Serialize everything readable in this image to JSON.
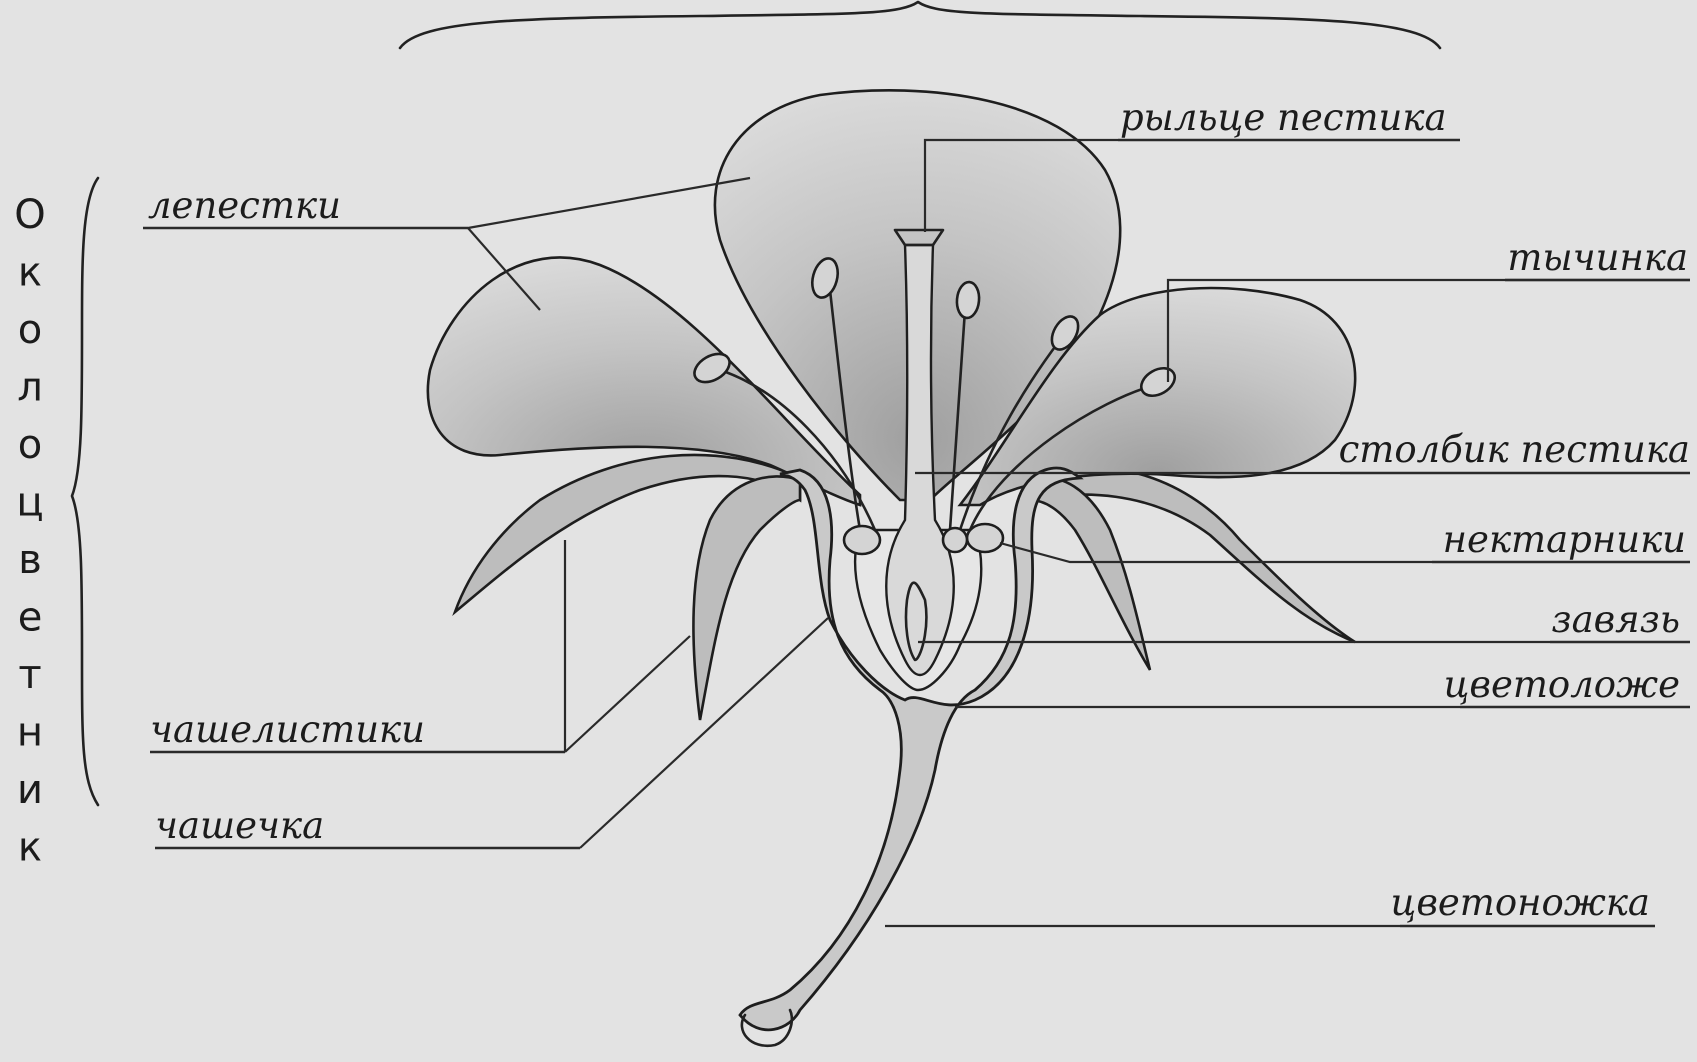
{
  "labels": {
    "petals": "лепестки",
    "stigma": "рыльце пестика",
    "stamen": "тычинка",
    "style": "столбик пестика",
    "nectaries": "нектарники",
    "ovary": "завязь",
    "receptacle": "цветоложе",
    "sepals": "чашелистики",
    "calyx": "чашечка",
    "pedicel": "цветоножка"
  },
  "perianth_letters": [
    "О",
    "к",
    "о",
    "л",
    "о",
    "ц",
    "в",
    "е",
    "т",
    "н",
    "и",
    "к"
  ]
}
